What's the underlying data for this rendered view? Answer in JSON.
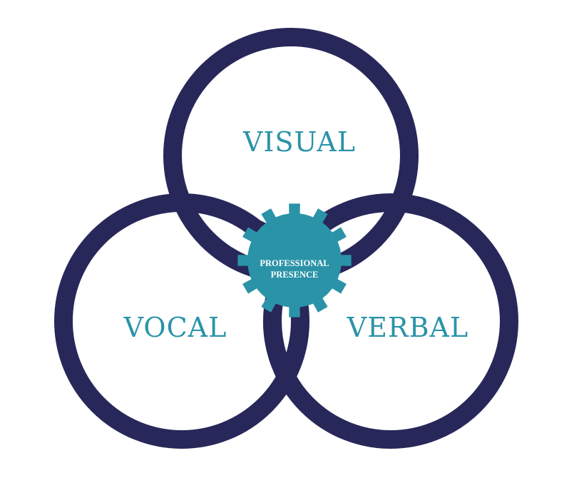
{
  "diagram": {
    "circles": [
      {
        "id": "visual",
        "label": "VISUAL"
      },
      {
        "id": "vocal",
        "label": "VOCAL"
      },
      {
        "id": "verbal",
        "label": "VERBAL"
      }
    ],
    "center": {
      "label_line1": "PROFESSIONAL",
      "label_line2": "PRESENCE",
      "icon": "gear-icon"
    },
    "colors": {
      "ring": "#27275a",
      "label": "#2a93a8",
      "gear": "#2a93a8",
      "gear_text": "#ffffff",
      "background": "#ffffff"
    }
  }
}
